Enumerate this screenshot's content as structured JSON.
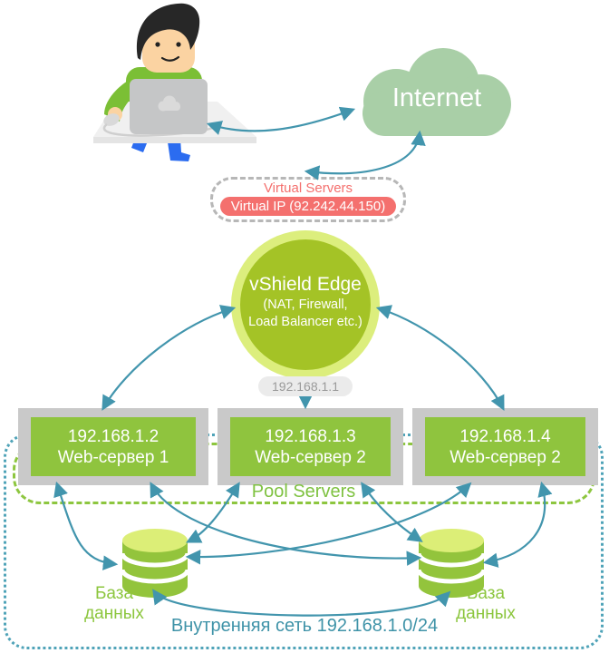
{
  "internet": {
    "label": "Internet"
  },
  "virtual_servers": {
    "title": "Virtual Servers",
    "ip_badge": "Virtual IP (92.242.44.150)"
  },
  "vshield": {
    "title": "vShield Edge",
    "subtitle_line1": "(NAT, Firewall,",
    "subtitle_line2": "Load Balancer etc.)",
    "internal_ip": "192.168.1.1"
  },
  "servers": [
    {
      "ip": "192.168.1.2",
      "name": "Web-сервер 1"
    },
    {
      "ip": "192.168.1.3",
      "name": "Web-сервер 2"
    },
    {
      "ip": "192.168.1.4",
      "name": "Web-сервер 2"
    }
  ],
  "pool": {
    "label": "Pool Servers"
  },
  "databases": [
    {
      "line1": "База",
      "line2": "данных"
    },
    {
      "line1": "База",
      "line2": "данных"
    }
  ],
  "network": {
    "label": "Внутренняя сеть 192.168.1.0/24"
  },
  "colors": {
    "arrow_teal": "#4295ad",
    "net_border_teal": "#4fa3b8",
    "pool_green": "#8dc63f",
    "server_green": "#8fc43e",
    "server_frame_gray": "#c9c9c9",
    "vshield_inner": "#a4c326",
    "vshield_ring": "#dcee7d",
    "db_body": "#93c43c",
    "db_top": "#dcee77",
    "cloud_green": "#a9cfa7",
    "virtual_red": "#f4706e",
    "badge_gray": "#ebebeb"
  }
}
